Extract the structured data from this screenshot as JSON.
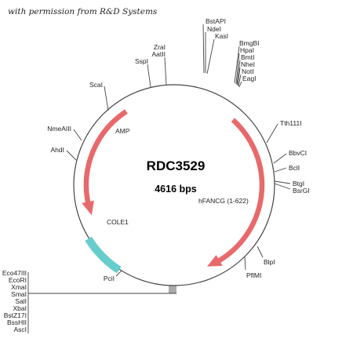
{
  "credit": "with permission from R&D Systems",
  "plasmid": {
    "name": "RDC3529",
    "size": "4616 bps"
  },
  "features": {
    "amp": "AMP",
    "hfancg": "hFANCG (1-622)",
    "cole1": "COLE1",
    "amp_color": "#e8696b",
    "hfancg_color": "#e8696b",
    "cole1_color": "#66cccc"
  },
  "sites": {
    "top_cluster_1": [
      "BstAPI",
      "NdeI",
      "KasI"
    ],
    "top_cluster_2": [
      "BmgBI",
      "HpaI",
      "BmtI",
      "NheI",
      "NotI",
      "EagI"
    ],
    "zrai": "ZraI",
    "aatii": "AatII",
    "sspi": "SspI",
    "scai": "ScaI",
    "nmeaiii": "NmeAIII",
    "ahdi": "AhdI",
    "tth111i": "Tth111I",
    "bbvci": "BbvCI",
    "bcli": "BclI",
    "btgi": "BtgI",
    "bsrgi": "BsrGI",
    "blpi": "BlpI",
    "pflmi": "PflMI",
    "pcii": "PciI",
    "mcs": [
      "Eco47III",
      "EcoRI",
      "XmaI",
      "SmaI",
      "SalI",
      "XbaI",
      "BstZ17I",
      "BssHII",
      "AscI"
    ]
  }
}
